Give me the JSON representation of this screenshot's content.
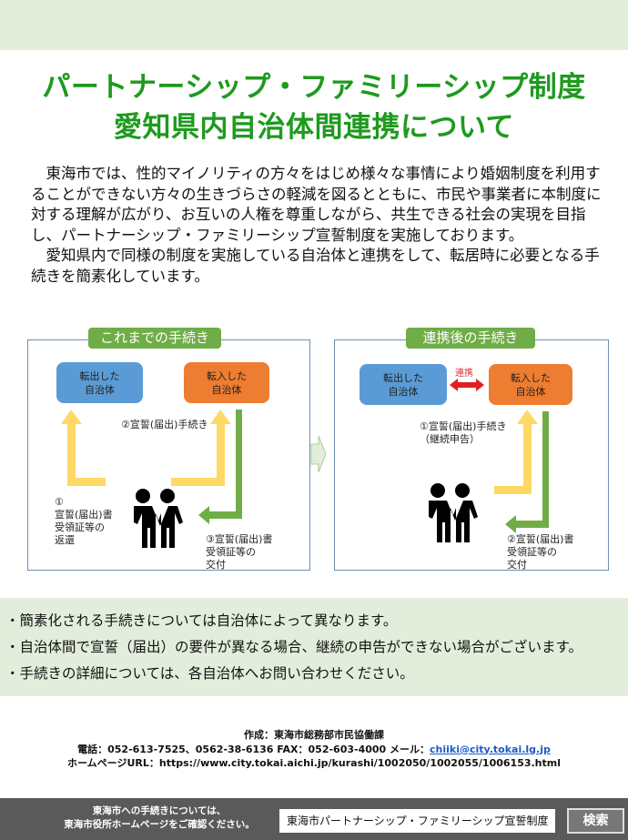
{
  "title": {
    "line1": "パートナーシップ・ファミリーシップ制度",
    "line2": "愛知県内自治体間連携について"
  },
  "body": {
    "para1": "東海市では、性的マイノリティの方々をはじめ様々な事情により婚姻制度を利用することができない方々の生きづらさの軽減を図るとともに、市民や事業者に本制度に対する理解が広がり、お互いの人権を尊重しながら、共生できる社会の実現を目指し、パートナーシップ・ファミリーシップ宣誓制度を実施しております。",
    "para2": "愛知県内で同様の制度を実施している自治体と連携をして、転居時に必要となる手続きを簡素化しています。"
  },
  "before": {
    "tab": "これまでの手続き",
    "from": "転出した自治体",
    "to": "転入した自治体",
    "step1": "①\n宣誓(届出)書\n受領証等の\n返還",
    "step2": "②宣誓(届出)手続き",
    "step3": "③宣誓(届出)書\n受領証等の\n交付"
  },
  "after": {
    "tab": "連携後の手続き",
    "from": "転出した自治体",
    "to": "転入した自治体",
    "link": "連携",
    "step1": "①宣誓(届出)手続き\n（継続申告）",
    "step2": "②宣誓(届出)書\n受領証等の\n交付"
  },
  "notes": [
    "・簡素化される手続きについては自治体によって異なります。",
    "・自治体間で宣誓（届出）の要件が異なる場合、継続の申告ができない場合がございます。",
    "・手続きの詳細については、各自治体へお問い合わせください。"
  ],
  "credits": {
    "author": "作成：東海市総務部市民協働課",
    "phone": "電話：052-613-7525、0562-38-6136 FAX：052-603-4000 メール：",
    "email": "chiiki@city.tokai.lg.jp",
    "url": "ホームページURL：https://www.city.tokai.aichi.jp/kurashi/1002050/1002055/1006153.html"
  },
  "footer": {
    "text1": "東海市への手続きについては、",
    "text2": "東海市役所ホームページをご確認ください。",
    "search_value": "東海市パートナーシップ・ファミリーシップ宣誓制度",
    "search_button": "検索"
  },
  "colors": {
    "green": "#1e9a1e",
    "tab": "#70ad47",
    "blue": "#5b9bd5",
    "orange": "#ed7d31",
    "yellow": "#ffd966",
    "arrowGreen": "#70ad47"
  }
}
